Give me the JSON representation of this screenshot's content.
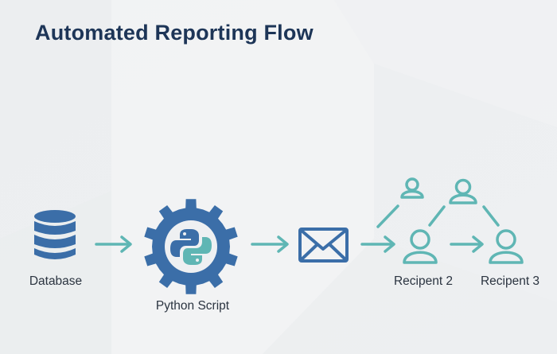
{
  "title": "Automated Reporting Flow",
  "colors": {
    "primary_blue": "#3b6ea8",
    "teal": "#5fb6b4",
    "title_navy": "#1d3557",
    "label_text": "#2b3440",
    "background": "#eef0f2"
  },
  "nodes": [
    {
      "id": "database",
      "label": "Database",
      "icon": "database-icon"
    },
    {
      "id": "python-script",
      "label": "Python Script",
      "icon": "python-gear-icon"
    },
    {
      "id": "email",
      "label": "",
      "icon": "envelope-icon"
    },
    {
      "id": "recipient-2",
      "label": "Recipent 2",
      "icon": "person-icon"
    },
    {
      "id": "recipient-3",
      "label": "Recipent 3",
      "icon": "person-icon"
    },
    {
      "id": "recipient-small-a",
      "label": "",
      "icon": "person-icon"
    },
    {
      "id": "recipient-small-b",
      "label": "",
      "icon": "person-icon"
    }
  ],
  "edges": [
    {
      "from": "database",
      "to": "python-script",
      "type": "arrow"
    },
    {
      "from": "python-script",
      "to": "email",
      "type": "arrow"
    },
    {
      "from": "email",
      "to": "recipient-2",
      "type": "arrow"
    },
    {
      "from": "recipient-2",
      "to": "recipient-3",
      "type": "arrow"
    },
    {
      "from": "email",
      "to": "recipient-small-a",
      "type": "line"
    },
    {
      "from": "recipient-2",
      "to": "recipient-small-b",
      "type": "line"
    },
    {
      "from": "recipient-small-b",
      "to": "recipient-3",
      "type": "line"
    }
  ]
}
